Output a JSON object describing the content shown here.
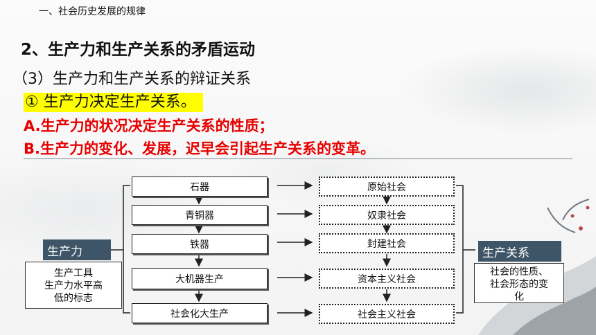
{
  "header": {
    "section_title": "一、社会历史发展的规律",
    "heading2": "2、生产力和生产关系的矛盾运动",
    "heading3": "（3）生产力和生产关系的辩证关系"
  },
  "content": {
    "point": "① 生产力决定生产关系。",
    "line_a": "A.生产力的状况决定生产关系的性质；",
    "line_b": "B.生产力的变化、发展，迟早会引起生产关系的变革。"
  },
  "diagram": {
    "left_label": "生产力",
    "left_note": [
      "生产工具",
      "生产力水平高",
      "低的标志"
    ],
    "productivity": [
      "石器",
      "青铜器",
      "铁器",
      "大机器生产",
      "社会化大生产"
    ],
    "relations": [
      "原始社会",
      "奴隶社会",
      "封建社会",
      "资本主义社会",
      "社会主义社会"
    ],
    "right_label": "生产关系",
    "right_note": [
      "社会的性质、",
      "社会形态的变",
      "化"
    ]
  },
  "colors": {
    "accent_red": "#e60000",
    "highlight": "#ffff00",
    "label_bg": "#3d5566"
  }
}
